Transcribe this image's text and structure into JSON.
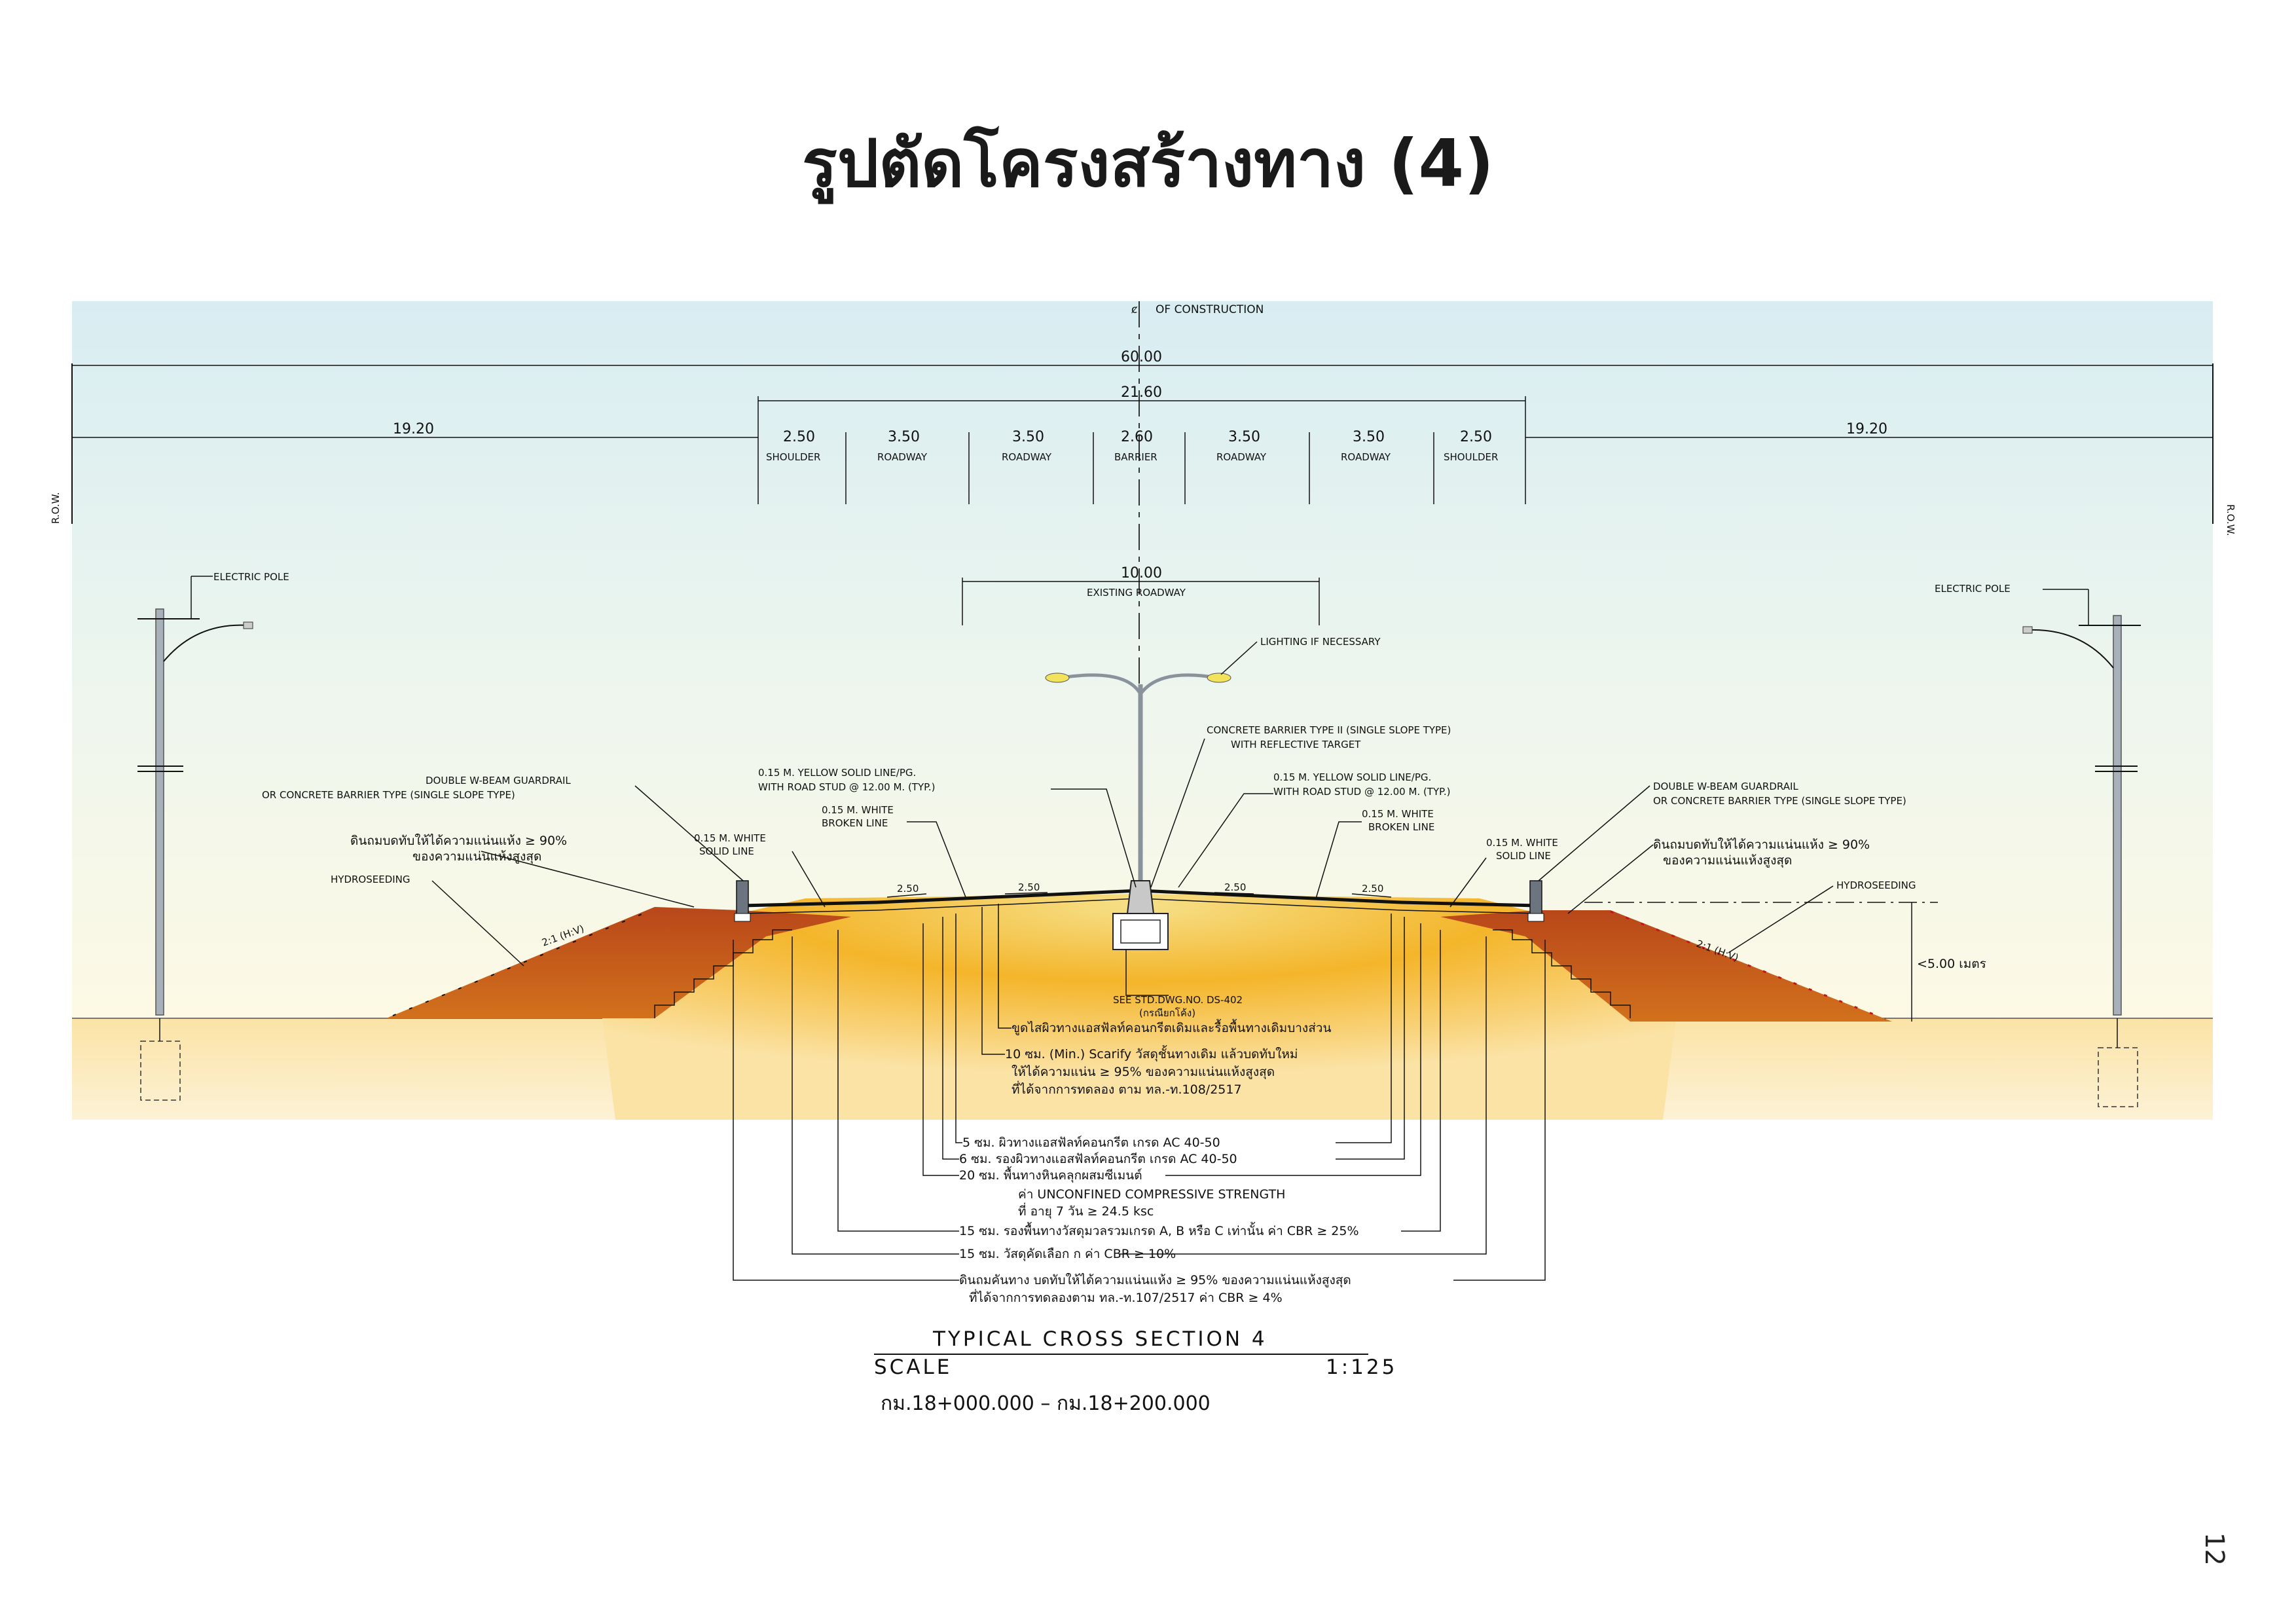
{
  "page": {
    "title": "รูปตัดโครงสร้างทาง (4)",
    "page_number": "12"
  },
  "colors": {
    "sky_top": "#dbeef3",
    "sky_bottom": "#fdfbea",
    "ground": "#fbe7b8",
    "pavement_core": "#f0a51e",
    "embankment": "#c95a16",
    "pole": "#9aa4ad"
  },
  "diagram": {
    "centerline_label": "OF CONSTRUCTION",
    "row_label": "R.O.W.",
    "total_width": "60.00",
    "formation_width": "21.60",
    "side_width_left": "19.20",
    "side_width_right": "19.20",
    "lanes": [
      {
        "width": "2.50",
        "name": "SHOULDER"
      },
      {
        "width": "3.50",
        "name": "ROADWAY"
      },
      {
        "width": "3.50",
        "name": "ROADWAY"
      },
      {
        "width": "2.60",
        "name": "BARRIER"
      },
      {
        "width": "3.50",
        "name": "ROADWAY"
      },
      {
        "width": "3.50",
        "name": "ROADWAY"
      },
      {
        "width": "2.50",
        "name": "SHOULDER"
      }
    ],
    "existing_width": "10.00",
    "existing_label": "EXISTING ROADWAY",
    "electric_pole": "ELECTRIC POLE",
    "lighting": "LIGHTING IF NECESSARY",
    "concrete_barrier_1": "CONCRETE BARRIER TYPE II (SINGLE SLOPE TYPE)",
    "concrete_barrier_2": "WITH REFLECTIVE TARGET",
    "guardrail_left_1": "DOUBLE W-BEAM GUARDRAIL",
    "guardrail_left_2": "OR CONCRETE BARRIER TYPE  (SINGLE SLOPE TYPE)",
    "guardrail_right_1": "DOUBLE W-BEAM GUARDRAIL",
    "guardrail_right_2": "OR CONCRETE BARRIER TYPE  (SINGLE SLOPE TYPE)",
    "yellow_line_1": "0.15 M. YELLOW SOLID LINE/PG.",
    "yellow_line_2": "WITH ROAD STUD @ 12.00 M. (TYP.)",
    "white_broken_1": "0.15 M. WHITE",
    "white_broken_2": "BROKEN LINE",
    "white_solid_1": "0.15 M. WHITE",
    "white_solid_2": "SOLID LINE",
    "fill_compaction_1": "ดินถมบดทับให้ได้ความแน่นแห้ง ≥ 90%",
    "fill_compaction_2": "ของความแน่นแห้งสูงสุด",
    "hydroseeding": "HYDROSEEDING",
    "slope": "2:1 (H:V)",
    "height_note": "<5.00 เมตร",
    "cross_slope": "2.50",
    "std_dwg_1": "SEE STD.DWG.NO. DS-402",
    "std_dwg_2": "(กรณียกโค้ง)",
    "layers": [
      "ขูดไสผิวทางแอสฟัลท์คอนกรีตเดิมและรื้อพื้นทางเดิมบางส่วน",
      "10 ซม. (Min.) Scarify วัสดุชั้นทางเดิม แล้วบดทับใหม่",
      "ให้ได้ความแน่น ≥ 95% ของความแน่นแห้งสูงสุด",
      "ที่ได้จากการทดลอง ตาม ทล.-ท.108/2517",
      "5  ซม. ผิวทางแอสฟัลท์คอนกรีต เกรด AC 40-50",
      "6  ซม. รองผิวทางแอสฟัลท์คอนกรีต เกรด AC 40-50",
      "20 ซม. พื้นทางหินคลุกผสมซีเมนต์",
      "ค่า UNCONFINED COMPRESSIVE STRENGTH",
      "ที่ อายุ 7 วัน ≥ 24.5 ksc",
      "15 ซม. รองพื้นทางวัสดุมวลรวมเกรด A, B หรือ C เท่านั้น ค่า CBR ≥ 25%",
      "15 ซม. วัสดุคัดเลือก ก ค่า CBR ≥ 10%",
      "ดินถมคันทาง บดทับให้ได้ความแน่นแห้ง ≥ 95% ของความแน่นแห้งสูงสุด",
      "ที่ได้จากการทดลองตาม ทล.-ท.107/2517 ค่า CBR ≥ 4%"
    ],
    "section_title": "TYPICAL CROSS SECTION 4",
    "scale_label": "SCALE",
    "scale_value": "1:125",
    "km_range": "กม.18+000.000  –  กม.18+200.000"
  }
}
